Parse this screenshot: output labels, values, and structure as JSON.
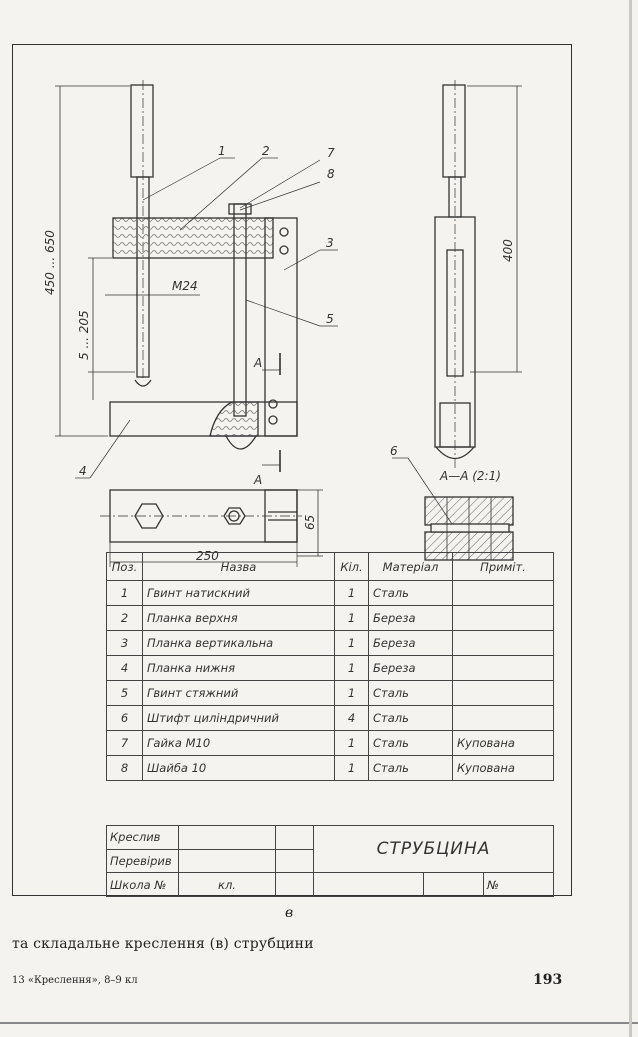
{
  "drawing": {
    "leaders": [
      "1",
      "2",
      "7",
      "8",
      "3",
      "5",
      "4",
      "6"
    ],
    "dims": {
      "overall": "450 ... 650",
      "range": "5 ... 205",
      "thread": "M24",
      "height_side": "400",
      "width_plan": "65",
      "length_plan": "250"
    },
    "section_mark": "А",
    "section_title": "А—А (2:1)"
  },
  "bom": {
    "headers": {
      "pos": "Поз.",
      "name": "Назва",
      "qty": "Кіл.",
      "material": "Матеріал",
      "note": "Приміт."
    },
    "rows": [
      {
        "pos": "1",
        "name": "Гвинт натискний",
        "qty": "1",
        "material": "Сталь",
        "note": ""
      },
      {
        "pos": "2",
        "name": "Планка верхня",
        "qty": "1",
        "material": "Береза",
        "note": ""
      },
      {
        "pos": "3",
        "name": "Планка вертикальна",
        "qty": "1",
        "material": "Береза",
        "note": ""
      },
      {
        "pos": "4",
        "name": "Планка нижня",
        "qty": "1",
        "material": "Береза",
        "note": ""
      },
      {
        "pos": "5",
        "name": "Гвинт стяжний",
        "qty": "1",
        "material": "Сталь",
        "note": ""
      },
      {
        "pos": "6",
        "name": "Штифт циліндричний",
        "qty": "4",
        "material": "Сталь",
        "note": ""
      },
      {
        "pos": "7",
        "name": "Гайка М10",
        "qty": "1",
        "material": "Сталь",
        "note": "Купована"
      },
      {
        "pos": "8",
        "name": "Шайба 10",
        "qty": "1",
        "material": "Сталь",
        "note": "Купована"
      }
    ]
  },
  "titleblock": {
    "drew": "Креслив",
    "checked": "Перевірив",
    "school": "Школа №",
    "form": "кл.",
    "title": "СТРУБЦИНА",
    "no": "№"
  },
  "fig_letter": "в",
  "caption": "та складальне креслення (в) струбцини",
  "footer_left": "13 «Креслення», 8–9 кл",
  "page_number": "193"
}
